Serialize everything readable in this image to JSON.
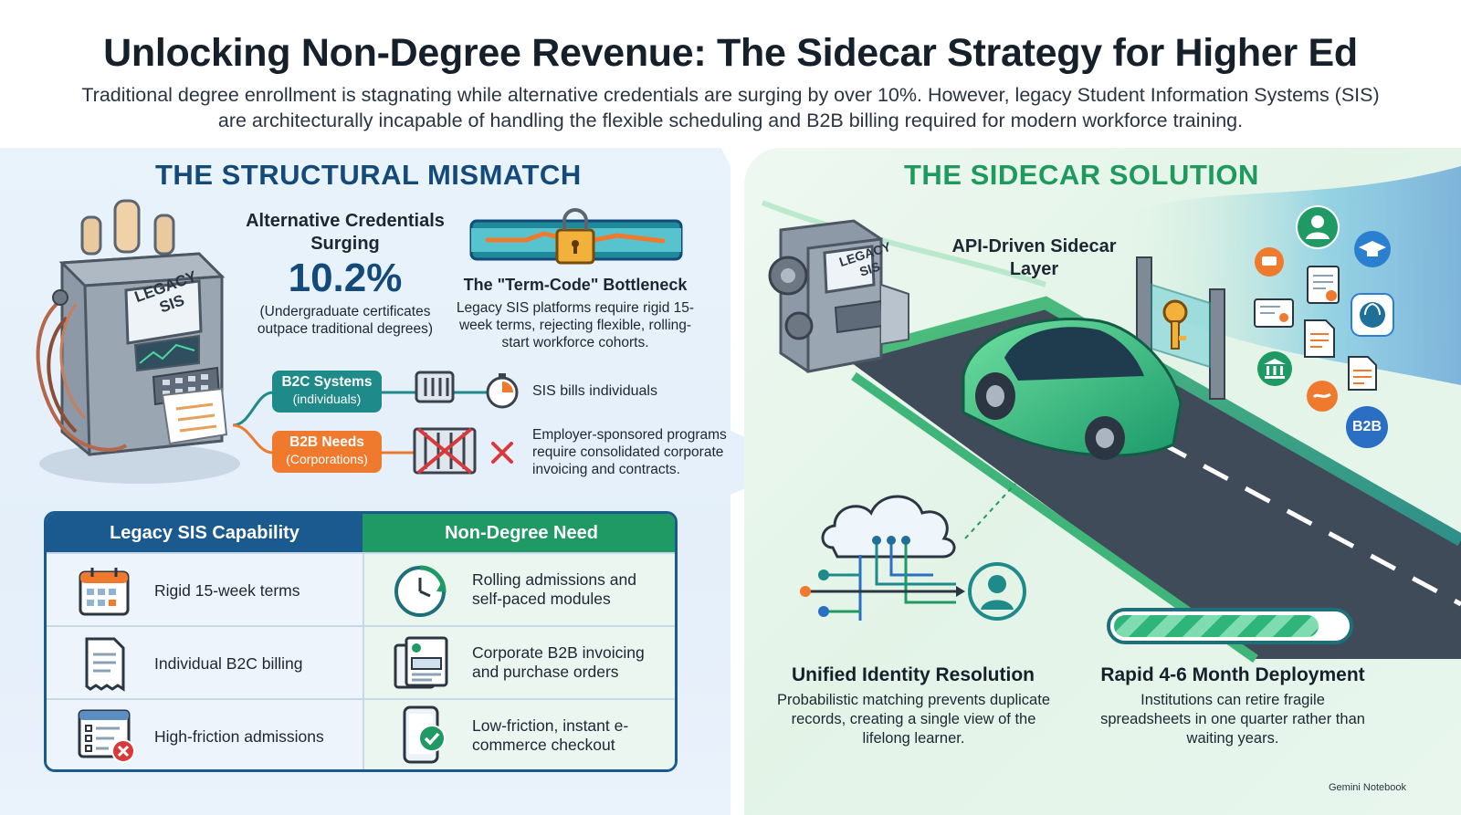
{
  "header": {
    "title": "Unlocking Non-Degree Revenue: The Sidecar Strategy for Higher Ed",
    "subtitle": "Traditional degree enrollment is stagnating while alternative credentials are surging by over 10%. However, legacy Student Information Systems (SIS) are architecturally incapable of handling the flexible scheduling and B2B billing required for modern workforce training."
  },
  "left": {
    "section_title": "THE STRUCTURAL MISMATCH",
    "machine_label": "LEGACY SIS",
    "stat": {
      "label": "Alternative Credentials Surging",
      "value": "10.2%",
      "note": "(Undergraduate certificates outpace traditional degrees)"
    },
    "bottleneck": {
      "title": "The \"Term-Code\" Bottleneck",
      "description": "Legacy SIS platforms require rigid 15-week terms, rejecting flexible, rolling-start workforce cohorts."
    },
    "billing": {
      "b2c_title": "B2C Systems",
      "b2c_sub": "(individuals)",
      "b2b_title": "B2B Needs",
      "b2b_sub": "(Corporations)",
      "b2c_desc": "SIS bills individuals",
      "b2b_desc": "Employer-sponsored programs require consolidated corporate invoicing and contracts."
    },
    "table": {
      "col_left": "Legacy SIS Capability",
      "col_right": "Non-Degree Need",
      "rows": [
        {
          "left": "Rigid 15-week terms",
          "right": "Rolling admissions and self-paced modules",
          "left_icon": "calendar-icon",
          "right_icon": "clock-refresh-icon"
        },
        {
          "left": "Individual B2C billing",
          "right": "Corporate B2B invoicing and purchase orders",
          "left_icon": "receipt-icon",
          "right_icon": "invoice-icon"
        },
        {
          "left": "High-friction admissions",
          "right": "Low-friction, instant e-commerce checkout",
          "left_icon": "form-error-icon",
          "right_icon": "phone-check-icon"
        }
      ]
    }
  },
  "right": {
    "section_title": "THE SIDECAR SOLUTION",
    "machine_label": "LEGACY SIS",
    "api_label": "API-Driven Sidecar Layer",
    "b2b_badge": "B2B",
    "identity": {
      "title": "Unified Identity Resolution",
      "description": "Probabilistic matching prevents duplicate records, creating a single view of the lifelong learner."
    },
    "deployment": {
      "title": "Rapid 4-6 Month Deployment",
      "description": "Institutions can retire fragile spreadsheets in one quarter rather than waiting years."
    }
  },
  "watermark": "Gemini Notebook",
  "colors": {
    "navy": "#134a7a",
    "green": "#1f9a64",
    "teal": "#1e8a8a",
    "orange": "#ef7a2e",
    "red": "#d63a3a"
  }
}
